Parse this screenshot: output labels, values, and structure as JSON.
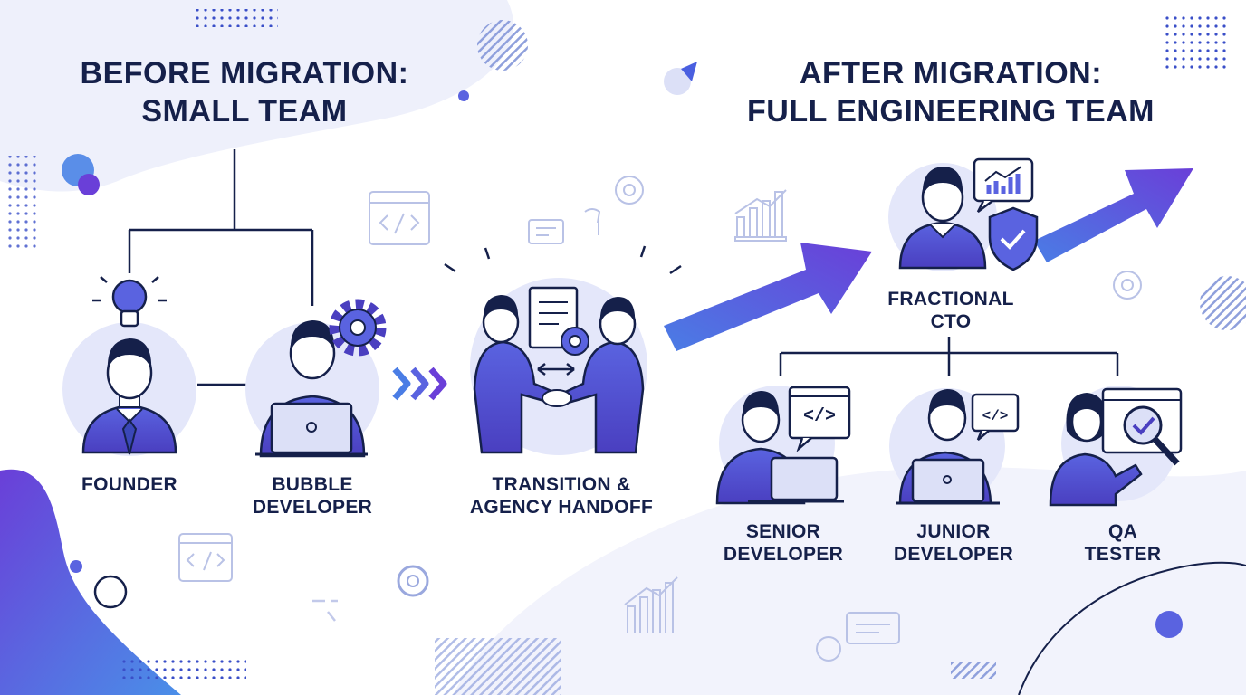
{
  "before": {
    "title_lines": [
      "BEFORE MIGRATION:",
      "SMALL TEAM"
    ],
    "founder": [
      "FOUNDER"
    ],
    "bubble_developer": [
      "BUBBLE",
      "DEVELOPER"
    ]
  },
  "handoff": {
    "label_lines": [
      "TRANSITION &",
      "AGENCY HANDOFF"
    ]
  },
  "after": {
    "title_lines": [
      "AFTER MIGRATION:",
      "FULL ENGINEERING TEAM"
    ],
    "cto": [
      "FRACTIONAL",
      "CTO"
    ],
    "senior": [
      "SENIOR",
      "DEVELOPER"
    ],
    "junior": [
      "JUNIOR",
      "DEVELOPER"
    ],
    "qa": [
      "QA",
      "TESTER"
    ]
  },
  "icons": {
    "code_symbol": "</>"
  },
  "colors": {
    "accent_blue": "#4a6de5",
    "accent_purple": "#6a3fd8",
    "text_navy": "#15204a",
    "circle_fill": "#e4e7fa"
  }
}
